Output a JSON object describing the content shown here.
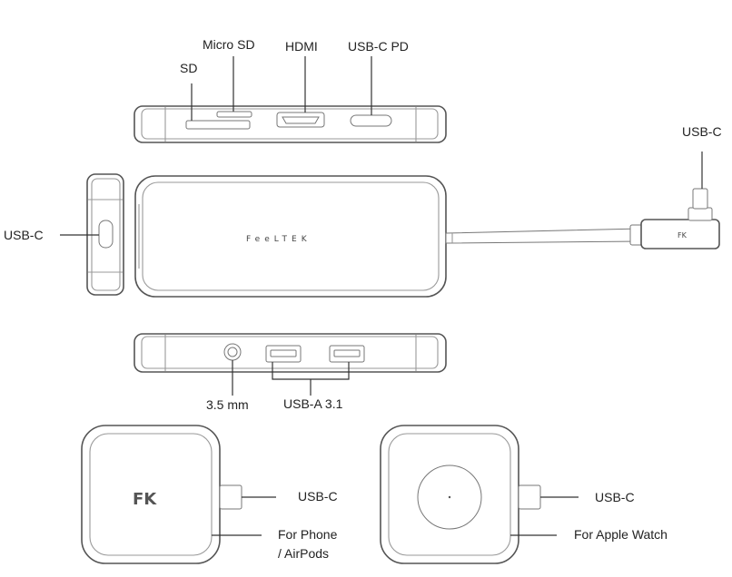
{
  "labels": {
    "sd": "SD",
    "micro_sd": "Micro SD",
    "hdmi": "HDMI",
    "usbc_pd": "USB-C PD",
    "usbc_cable": "USB-C",
    "usbc_side": "USB-C",
    "audio": "3.5 mm",
    "usba": "USB-A 3.1",
    "usbc_phone_charger": "USB-C",
    "for_phone_line1": "For Phone",
    "for_phone_line2": "/ AirPods",
    "usbc_watch_charger": "USB-C",
    "for_watch": "For Apple Watch"
  },
  "brand": {
    "hub_wordmark": "FeeLTEK",
    "plug_mark": "FK",
    "pad_logo": "FK"
  }
}
